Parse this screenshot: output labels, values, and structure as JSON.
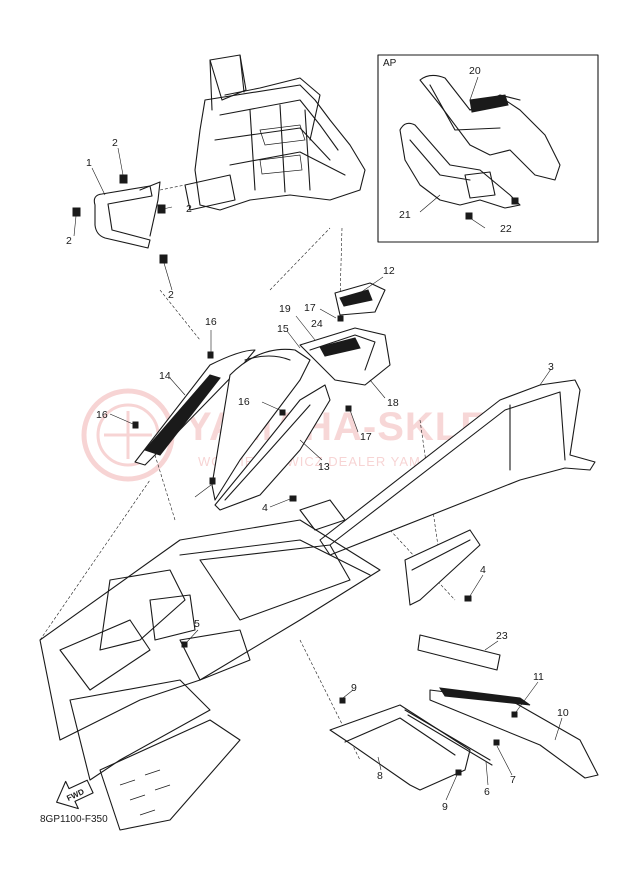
{
  "diagram_code": "8GP1100-F350",
  "inset": {
    "label": "AP"
  },
  "fwd_label": "FWD",
  "watermark": {
    "main": "YAMAHA-SKLEP.PL",
    "sub": "WOJCIECHOWICZ DEALER YAMAHA"
  },
  "callouts": {
    "c1": "1",
    "c2a": "2",
    "c2b": "2",
    "c2c": "2",
    "c2d": "2",
    "c3": "3",
    "c4a": "4",
    "c4b": "4",
    "c5": "5",
    "c6": "6",
    "c7": "7",
    "c8": "8",
    "c9a": "9",
    "c9b": "9",
    "c10": "10",
    "c11": "11",
    "c12": "12",
    "c13": "13",
    "c14": "14",
    "c15": "15",
    "c16a": "16",
    "c16b": "16",
    "c16c": "16",
    "c17a": "17",
    "c17b": "17",
    "c18": "18",
    "c19": "19",
    "c20": "20",
    "c21": "21",
    "c22": "22",
    "c23": "23",
    "c24": "24"
  }
}
